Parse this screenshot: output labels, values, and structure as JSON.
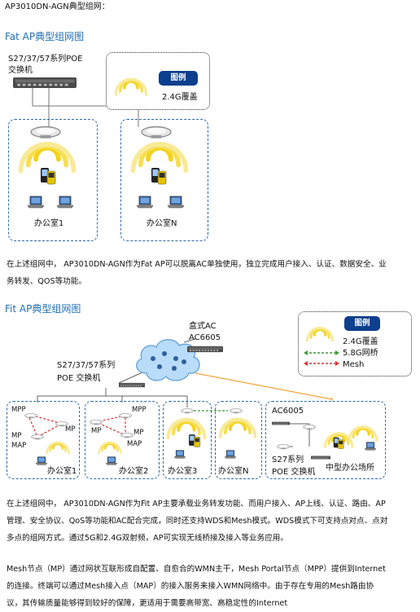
{
  "intro": "AP3010DN-AGN典型组网：",
  "fat": {
    "heading": "Fat AP典型组网图",
    "switch_label_1": "S27/37/57系列POE",
    "switch_label_2": "交换机",
    "office1": "办公室1",
    "officeN": "办公室N",
    "legend_title": "图例",
    "legend_coverage": "2.4G覆盖",
    "paragraph": "在上述组网中， AP3010DN-AGN作为Fat AP可以脱离AC单独使用，独立完成用户接入、认证、数据安全、业务转发、QOS等功能。"
  },
  "fit": {
    "heading": "Fit AP典型组网图",
    "ac_label_1": "盒式AC",
    "ac_label_2": "AC6605",
    "switch_label_1": "S27/37/57系列",
    "switch_label_2": "POE 交换机",
    "legend_title": "图例",
    "legend_coverage": "2.4G覆盖",
    "legend_bridge": "5.8G网桥",
    "legend_mesh": "Mesh",
    "mpp_1": "MPP",
    "mp_1a": "MP",
    "map_1": "MAP",
    "mp_1b": "MP",
    "mpp_2": "MPP",
    "mp_2a": "MP",
    "mp_2b": "MP",
    "map_2": "MAP",
    "office1": "办公室1",
    "office2": "办公室2",
    "office3": "办公室3",
    "officeN": "办公室N",
    "ac_box_label": "AC6005",
    "s27_label_1": "S27系列",
    "s27_label_2": "POE 交换机",
    "mid_office": "中型办公场所",
    "paragraph1": "在上述组网中， AP3010DN-AGN作为Fit AP主要承载业务转发功能、而用户接入、AP上线、认证、路由、AP管理、安全协议、QoS等功能和AC配合完成，同时还支持WDS和Mesh模式。WDS模式下可支持点对点、点对多点的组网方式。通过5G和2.4G双射频，AP可实现无线桥接及接入等业务应用。",
    "paragraph2": "Mesh节点（MP）通过网状互联形成自配置、自愈合的WMN主干，Mesh Portal节点（MPP）提供到Internet的连接。终端可以通过Mesh接入点（MAP）的接入服务来接入WMN网络中。由于存在专用的Mesh路由协议，其传输质量能够得到较好的保障，更适用于需要高带宽、高稳定性的Internet"
  }
}
